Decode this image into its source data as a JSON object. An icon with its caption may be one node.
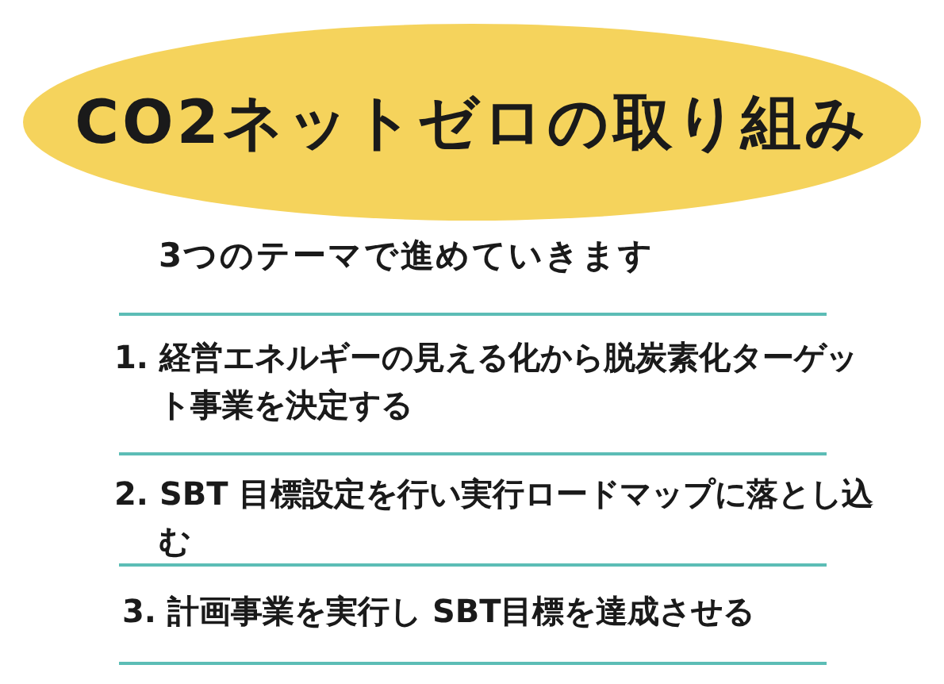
{
  "diagram": {
    "nodes": [
      {
        "text": [
          "CO2ネットゼロの取り組み"
        ]
      }
    ],
    "labels": [
      "3つのテーマで進めていきます",
      "1. 経営エネルギーの見える化から脱炭素化ターゲット事業を決定する",
      "2. SBT 目標設定を行い実行ロードマップに落とし込む",
      "3. 計画事業を実行し SBT目標を達成させる"
    ]
  }
}
